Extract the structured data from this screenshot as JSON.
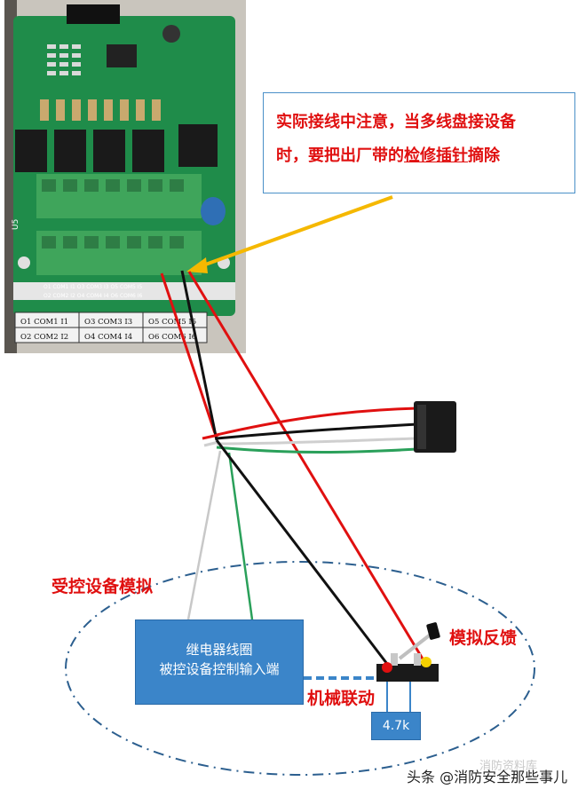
{
  "board": {
    "silkscreen_row1": "O1 COM1 I1   O3 COM3 I3   O5 COM5 I5",
    "silkscreen_row2": "O2 COM2 I2   O4 COM4 I4   O6 COM6 I6",
    "label_row1": [
      "O1 COM1 I1",
      "O3 COM3 I3",
      "O5 COM5 I5"
    ],
    "label_row2": [
      "O2 COM2 I2",
      "O4 COM4 I4",
      "O6 COM6 I6"
    ],
    "side_label": "U5"
  },
  "callout": {
    "line1": "实际接线中注意，当多线盘接设备",
    "line2_prefix": "时，要把出厂带的",
    "line2_underlined": "检修插针",
    "line2_suffix": "摘除"
  },
  "labels": {
    "controlled_device": "受控设备模拟",
    "simulated_feedback": "模拟反馈",
    "mechanical_linkage": "机械联动"
  },
  "coil_box": {
    "line1": "继电器线圈",
    "line2": "被控设备控制输入端"
  },
  "resistor": {
    "label": "4.7k"
  },
  "watermark": {
    "text": "头条 @消防安全那些事儿",
    "faint": "消防资料库"
  },
  "colors": {
    "label_red": "#e01010",
    "box_blue": "#3b85c9",
    "ellipse_blue": "#2c5f8f",
    "arrow_yellow": "#f5b800",
    "board_green": "#1f8c4a",
    "terminal_green": "#3fa55b"
  }
}
